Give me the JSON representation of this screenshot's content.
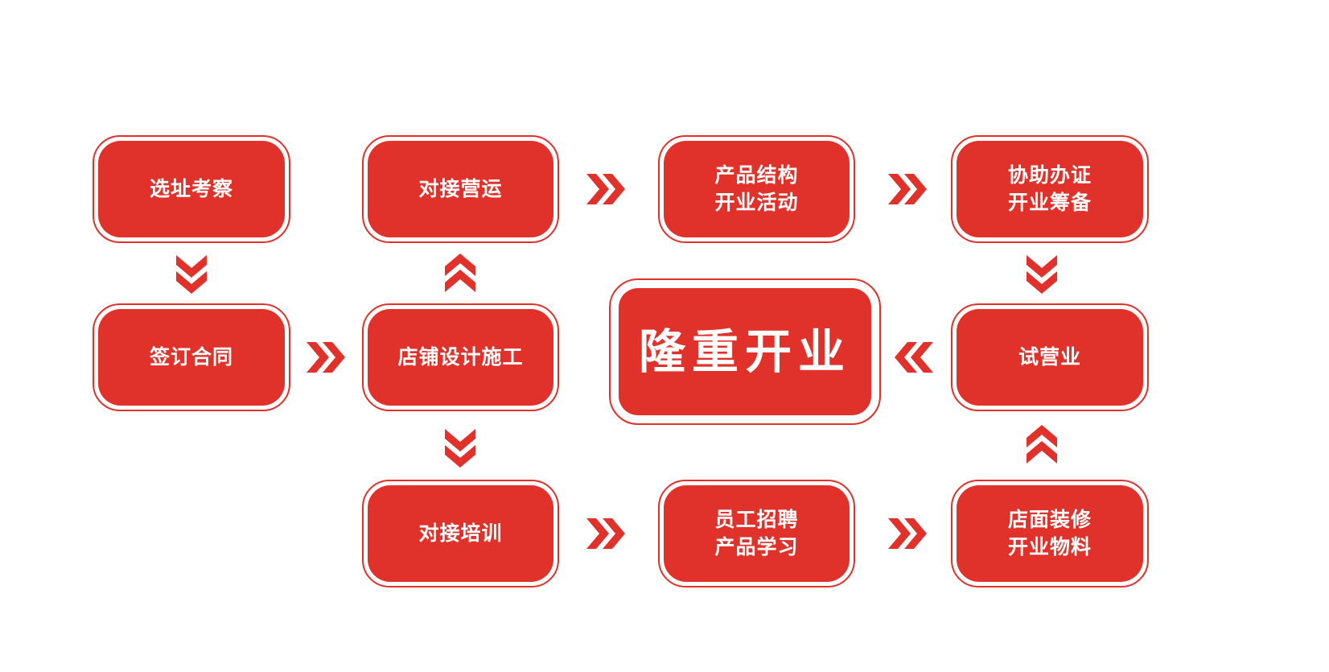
{
  "accent_color": "#e0312a",
  "steps": {
    "site": [
      "选址考察"
    ],
    "contract": [
      "签订合同"
    ],
    "design": [
      "店铺设计施工"
    ],
    "ops": [
      "对接营运"
    ],
    "product": [
      "产品结构",
      "开业活动"
    ],
    "license": [
      "协助办证",
      "开业筹备"
    ],
    "trial": [
      "试营业"
    ],
    "training": [
      "对接培训"
    ],
    "staff": [
      "员工招聘",
      "产品学习"
    ],
    "decor": [
      "店面装修",
      "开业物料"
    ]
  },
  "center": "隆重开业"
}
